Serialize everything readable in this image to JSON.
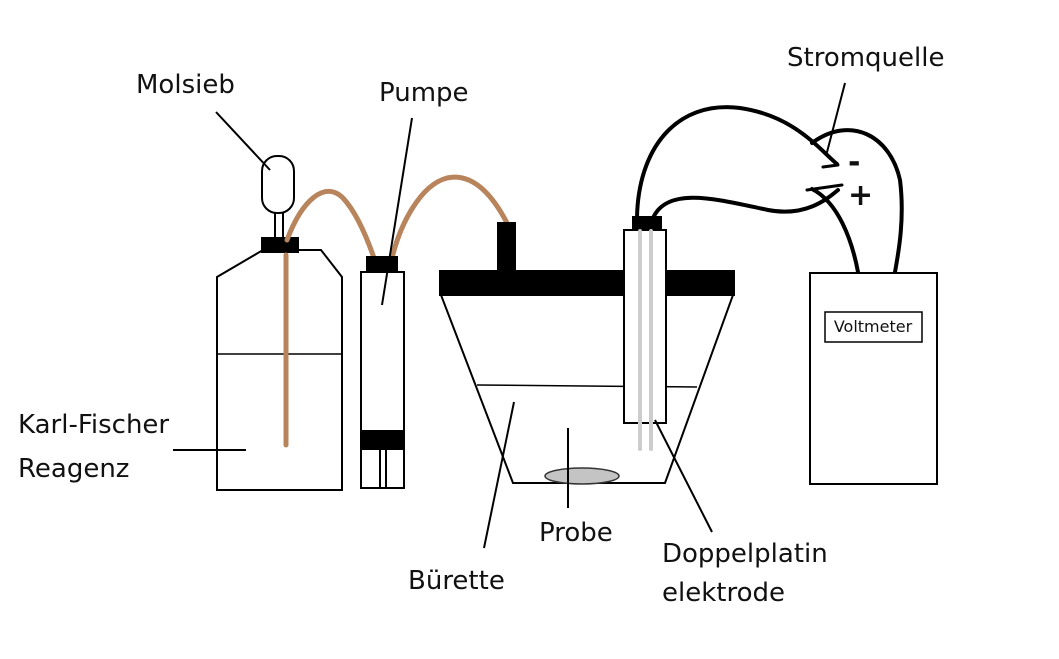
{
  "labels": {
    "molsieb": "Molsieb",
    "pumpe": "Pumpe",
    "stromquelle": "Stromquelle",
    "reagenz_line1": "Karl-Fischer",
    "reagenz_line2": "Reagenz",
    "buerette": "Bürette",
    "probe": "Probe",
    "elektrode_line1": "Doppelplatin",
    "elektrode_line2": "elektrode",
    "voltmeter": "Voltmeter",
    "minus": "-",
    "plus": "+"
  },
  "colors": {
    "tube": "#b8845c",
    "electrode_wire": "#cccccc",
    "sample": "#c4c4c4",
    "outline": "#000000"
  }
}
